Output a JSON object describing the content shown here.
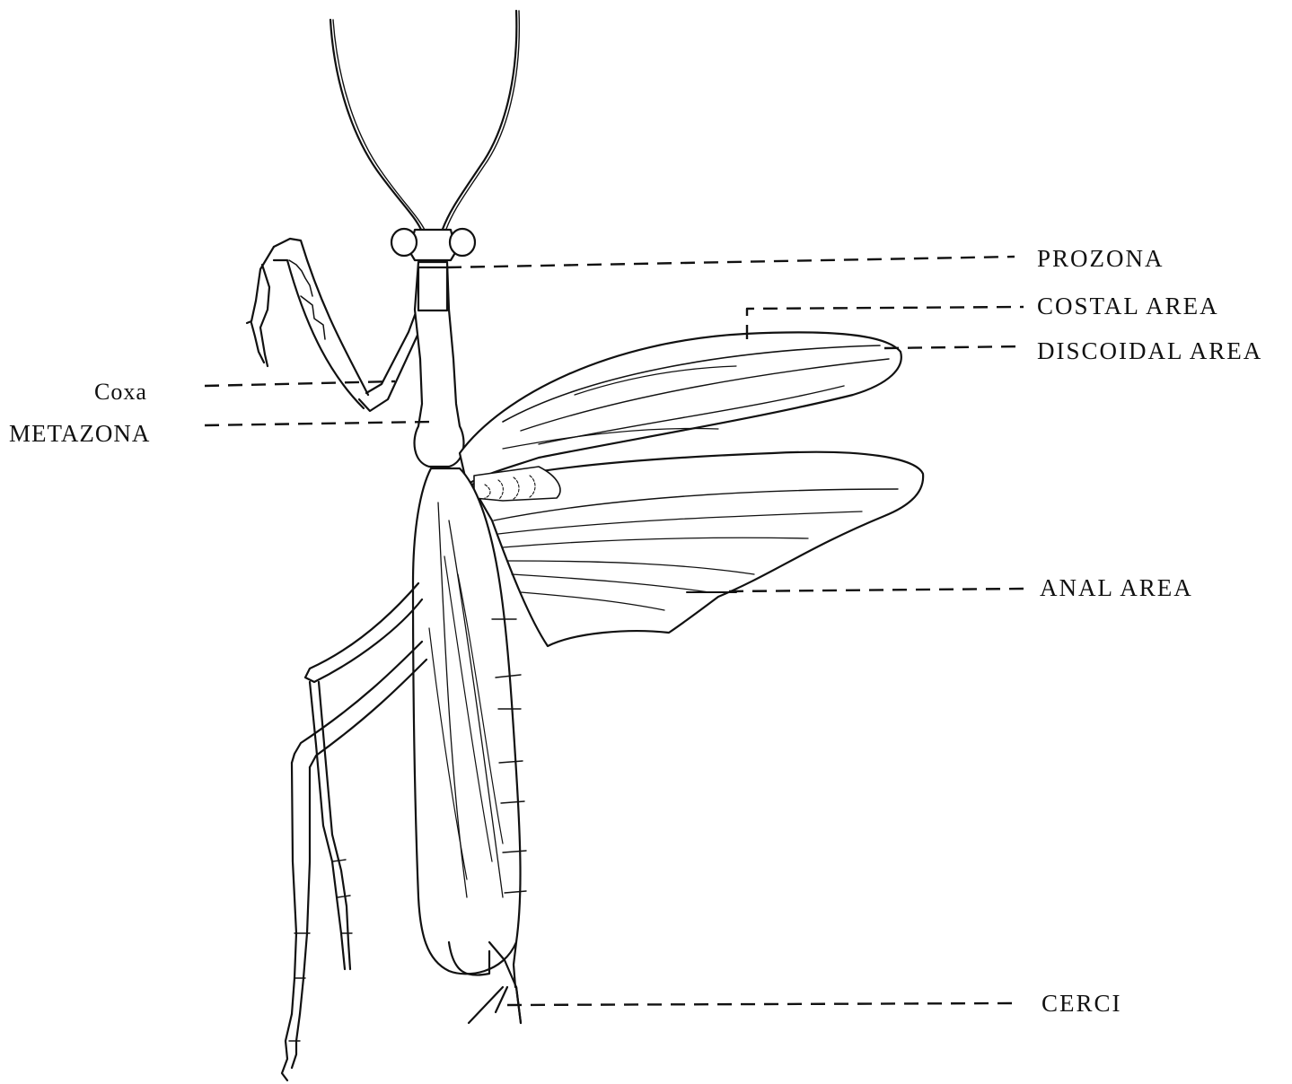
{
  "labels": {
    "prozona": "PROZONA",
    "costal_area": "COSTAL AREA",
    "discoidal_area": "DISCOIDAL AREA",
    "coxa": "Coxa",
    "metazona": "METAZONA",
    "anal_area": "ANAL AREA",
    "cerci": "CERCI"
  },
  "colors": {
    "ink": "#111111",
    "background": "#ffffff"
  }
}
